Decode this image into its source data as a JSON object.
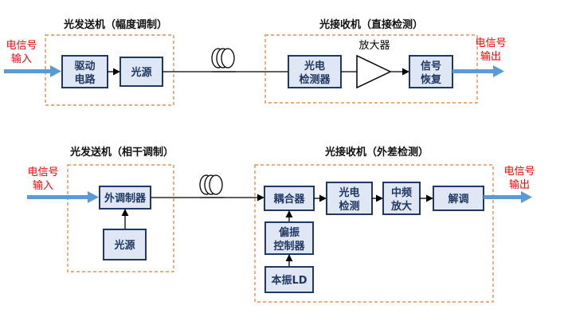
{
  "colors": {
    "block_fill": "#dfe7f4",
    "block_border": "#1f3864",
    "group_border": "#e07a2e",
    "signal_text": "#ff0000",
    "io_arrow": "#5b9bd5"
  },
  "top": {
    "tx_title": "光发送机（幅度调制）",
    "rx_title": "光接收机（直接检测）",
    "input_label": [
      "电信号",
      "输入"
    ],
    "output_label": [
      "电信号",
      "输出"
    ],
    "driver": [
      "驱动",
      "电路"
    ],
    "source": "光源",
    "detector": [
      "光电",
      "检测器"
    ],
    "amplifier_label": "放大器",
    "recovery": [
      "信号",
      "恢复"
    ]
  },
  "bottom": {
    "tx_title": "光发送机（相干调制）",
    "rx_title": "光接收机（外差检测）",
    "input_label": [
      "电信号",
      "输入"
    ],
    "output_label": [
      "电信号",
      "输出"
    ],
    "modulator": "外调制器",
    "source": "光源",
    "coupler": "耦合器",
    "detector": [
      "光电",
      "检测"
    ],
    "if_amp": [
      "中频",
      "放大"
    ],
    "demod": "解调",
    "pol_ctrl": [
      "偏振",
      "控制器"
    ],
    "lo": "本振LD"
  },
  "icons": [
    "fiber-coil-icon",
    "amplifier-triangle-icon"
  ]
}
